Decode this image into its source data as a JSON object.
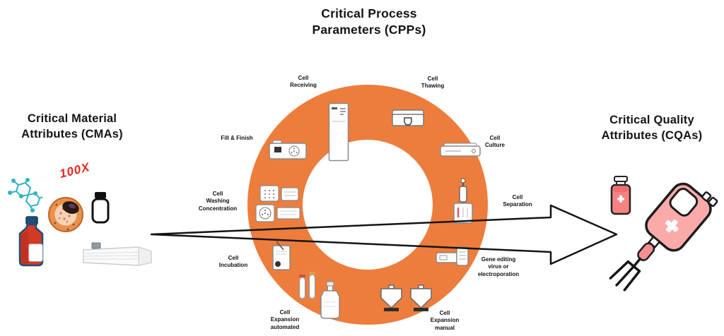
{
  "title": "Critical Process\nParameters (CPPs)",
  "left_heading": "Critical Material\nAttributes (CMAs)",
  "right_heading": "Critical Quality\nAttributes (CQAs)",
  "magnification_label": "100X",
  "process_steps": [
    {
      "id": "cell-receiving",
      "label": "Cell\nReceiving",
      "icon": "cryo-freezer-icon"
    },
    {
      "id": "cell-thawing",
      "label": "Cell\nThawing",
      "icon": "thawing-bath-icon"
    },
    {
      "id": "cell-culture",
      "label": "Cell\nCulture",
      "icon": "incubator-icon"
    },
    {
      "id": "cell-separation",
      "label": "Cell\nSeparation",
      "icon": "separation-column-icon"
    },
    {
      "id": "gene-editing",
      "label": "Gene editing\nvirus or\nelectroporation",
      "icon": "electroporator-icon"
    },
    {
      "id": "cell-expansion-manual",
      "label": "Cell\nExpansion\nmanual",
      "icon": "bioreactor-bags-icon"
    },
    {
      "id": "cell-expansion-automated",
      "label": "Cell\nExpansion\nautomated",
      "icon": "culture-tubes-icon"
    },
    {
      "id": "cell-incubation",
      "label": "Cell\nIncubation",
      "icon": "culture-flask-icon"
    },
    {
      "id": "cell-washing-concentration",
      "label": "Cell\nWashing\nConcentration",
      "icon": "culture-plates-icon"
    },
    {
      "id": "fill-and-finish",
      "label": "Fill & Finish",
      "icon": "filling-machine-icon"
    }
  ],
  "left_icons": [
    "molecule-icon",
    "cell-icon",
    "jar-icon",
    "media-bottle-icon",
    "tray-icon"
  ],
  "right_icons": [
    "medicine-vial-icon",
    "blood-bag-icon",
    "fork-icon"
  ],
  "colors": {
    "ring": "#ED7D3C",
    "magnification_red": "#E8251F",
    "molecule_teal": "#2FB3C6",
    "bag_pink": "#FBAAAA",
    "vial_red": "#F58383",
    "bottle_red": "#D23A24",
    "bottle_cap_blue": "#1F4E79"
  }
}
